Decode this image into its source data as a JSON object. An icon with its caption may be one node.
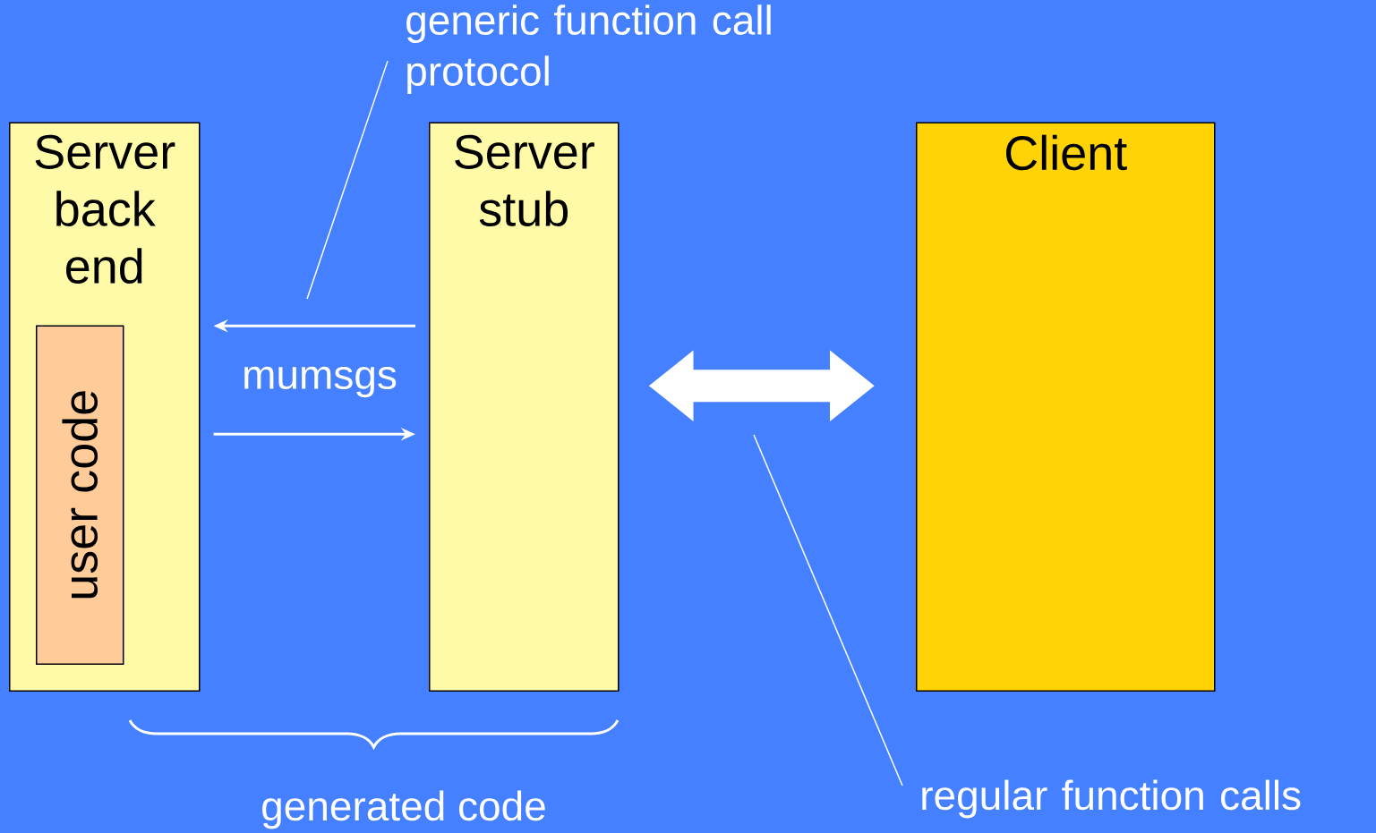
{
  "diagram": {
    "nodes": [
      {
        "text": [
          "Server back end"
        ]
      },
      {
        "text": [
          "user code"
        ],
        "in": 0
      },
      {
        "text": [
          "Server stub"
        ]
      },
      {
        "text": [
          "Client"
        ]
      },
      {
        "text": [
          "generic function call protocol"
        ]
      },
      {
        "text": [
          "regular function calls"
        ]
      }
    ],
    "edges": [
      {
        "from": 2,
        "to": 0,
        "arrow": "to"
      },
      {
        "from": 0,
        "to": 2,
        "arrow": "to"
      },
      {
        "from": 2,
        "to": 3,
        "arrow": "both",
        "style": "thick"
      },
      {
        "from": 4,
        "to": null,
        "arrow": "none"
      },
      {
        "from": 5,
        "to": null,
        "arrow": "none"
      }
    ],
    "labels": [
      "mumsgs",
      "generated code"
    ]
  }
}
